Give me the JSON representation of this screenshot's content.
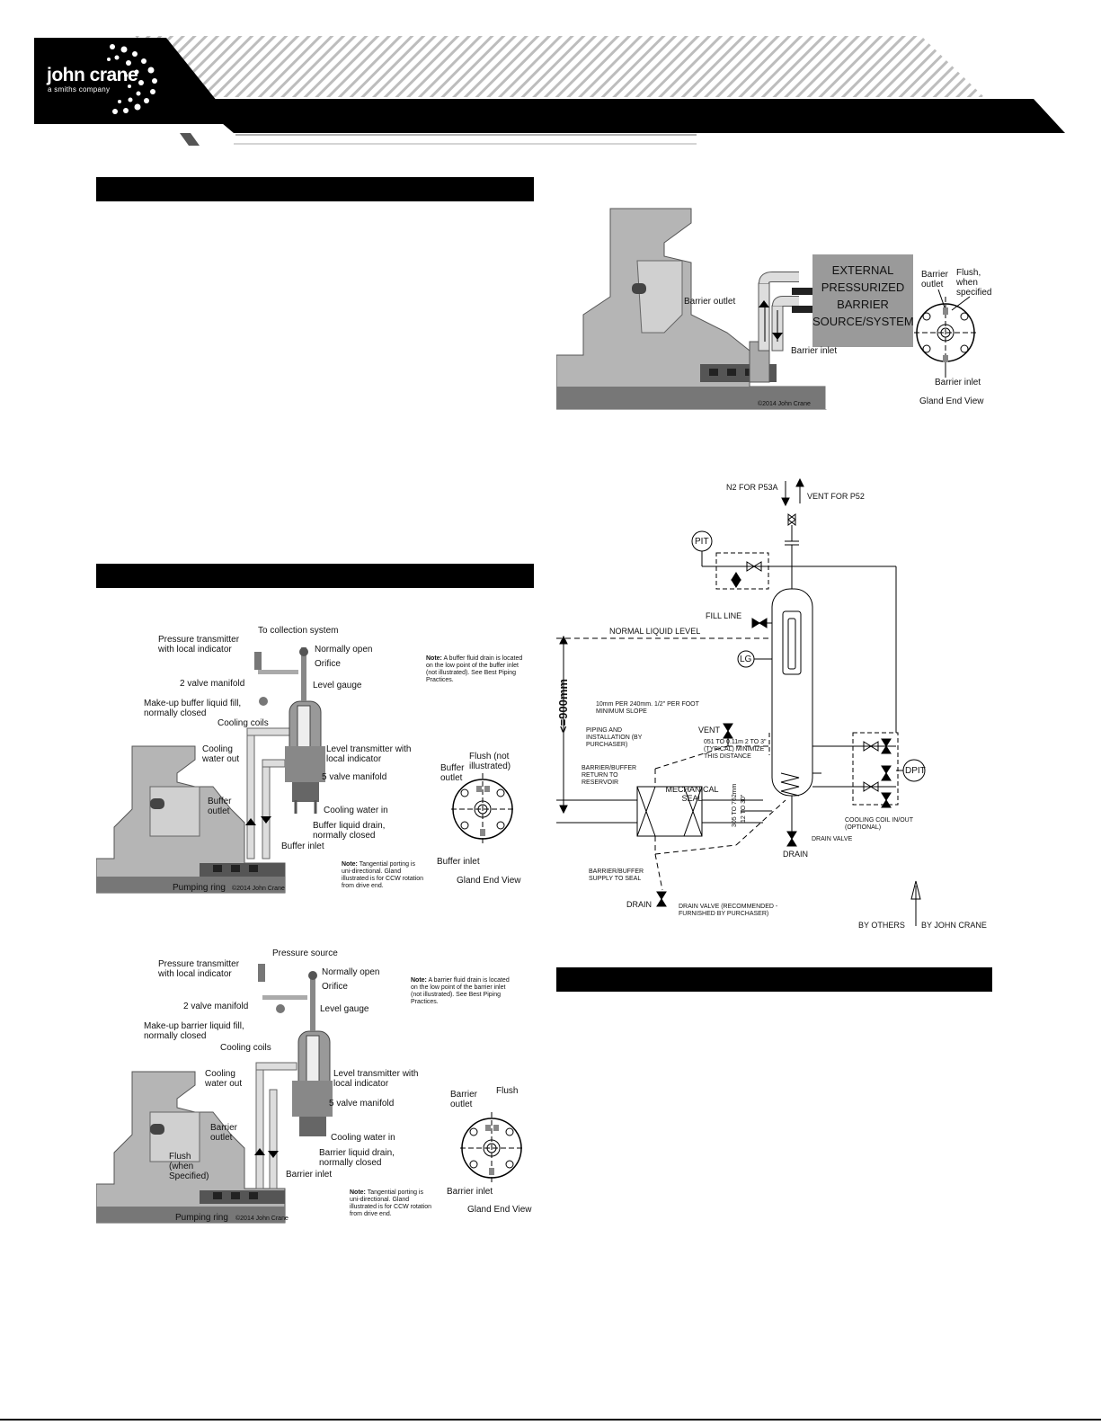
{
  "header": {
    "logo_main": "john crane",
    "logo_sub": "a smiths company",
    "brand_color": "#000000"
  },
  "fig_top_right": {
    "box_text": "EXTERNAL PRESSURIZED BARRIER SOURCE/SYSTEM",
    "barrier_outlet": "Barrier outlet",
    "barrier_inlet": "Barrier inlet",
    "copyright": "©2014 John Crane",
    "gland_barrier_outlet": "Barrier outlet",
    "gland_flush": "Flush, when specified",
    "gland_barrier_inlet": "Barrier inlet",
    "gland_title": "Gland End View"
  },
  "fig_buffer": {
    "pressure_transmitter": "Pressure transmitter with local indicator",
    "to_collection": "To collection system",
    "normally_open": "Normally open",
    "orifice": "Orifice",
    "valve2": "2 valve manifold",
    "level_gauge": "Level gauge",
    "makeup": "Make-up buffer liquid fill, normally closed",
    "cooling_coils": "Cooling coils",
    "cooling_water_out": "Cooling water out",
    "level_transmitter": "Level transmitter with local indicator",
    "valve5": "5 valve manifold",
    "buffer_outlet": "Buffer outlet",
    "cooling_water_in": "Cooling water in",
    "drain": "Buffer liquid drain, normally closed",
    "buffer_inlet": "Buffer inlet",
    "pumping_ring": "Pumping ring",
    "copyright": "©2014 John Crane",
    "note_bold": "Note:",
    "note_text": "A buffer fluid drain is located on the low point of the buffer inlet (not illustrated). See Best Piping Practices.",
    "note2_bold": "Note:",
    "note2_text": "Tangential porting is uni-directional. Gland illustrated is for CCW rotation from drive end.",
    "gland_flush": "Flush (not illustrated)",
    "gland_outlet": "Buffer outlet",
    "gland_inlet": "Buffer inlet",
    "gland_title": "Gland End View"
  },
  "fig_barrier": {
    "pressure_transmitter": "Pressure transmitter with local indicator",
    "pressure_source": "Pressure source",
    "normally_open": "Normally open",
    "orifice": "Orifice",
    "valve2": "2 valve manifold",
    "level_gauge": "Level gauge",
    "makeup": "Make-up barrier liquid fill, normally closed",
    "cooling_coils": "Cooling coils",
    "cooling_water_out": "Cooling water out",
    "level_transmitter": "Level transmitter with local indicator",
    "valve5": "5 valve manifold",
    "barrier_outlet": "Barrier outlet",
    "flush": "Flush (when Specified)",
    "cooling_water_in": "Cooling water in",
    "drain": "Barrier liquid drain, normally closed",
    "barrier_inlet": "Barrier inlet",
    "pumping_ring": "Pumping ring",
    "copyright": "©2014 John Crane",
    "note_bold": "Note:",
    "note_text": "A barrier fluid drain is located on the low point of the barrier inlet (not illustrated). See Best Piping Practices.",
    "note2_bold": "Note:",
    "note2_text": "Tangential porting is uni-directional. Gland illustrated is for CCW rotation from drive end.",
    "gland_outlet": "Barrier outlet",
    "gland_flush": "Flush",
    "gland_inlet": "Barrier inlet",
    "gland_title": "Gland End View"
  },
  "fig_schematic": {
    "n2": "N2 FOR P53A",
    "vent52": "VENT FOR P52",
    "pit": "PIT",
    "fill_line": "FILL LINE",
    "normal_level": "NORMAL LIQUID LEVEL",
    "lg": "LG",
    "height": "<=900mm",
    "slope": "10mm PER 240mm. 1/2\" PER FOOT MINIMUM SLOPE",
    "vent": "VENT",
    "piping": "PIPING AND INSTALLATION (BY PURCHASER)",
    "pipe_size": "051 TO 0.11m 2 TO 3\" (TYPICAL) MINIMIZE THIS DISTANCE",
    "return": "BARRIER/BUFFER RETURN TO RESERVOIR",
    "mech_seal": "MECHANICAL SEAL",
    "dim1": "305 TO 762mm",
    "dim2": "12 TO 30\"",
    "dpit": "DPIT",
    "cooling_coil": "COOLING COIL IN/OUT (OPTIONAL)",
    "drain_valve": "DRAIN VALVE",
    "drain": "DRAIN",
    "supply": "BARRIER/BUFFER SUPPLY TO SEAL",
    "drain2": "DRAIN",
    "drain_valve2": "DRAIN VALVE (RECOMMENDED - FURNISHED BY PURCHASER)",
    "by_others": "BY OTHERS",
    "by_jc": "BY JOHN CRANE"
  }
}
